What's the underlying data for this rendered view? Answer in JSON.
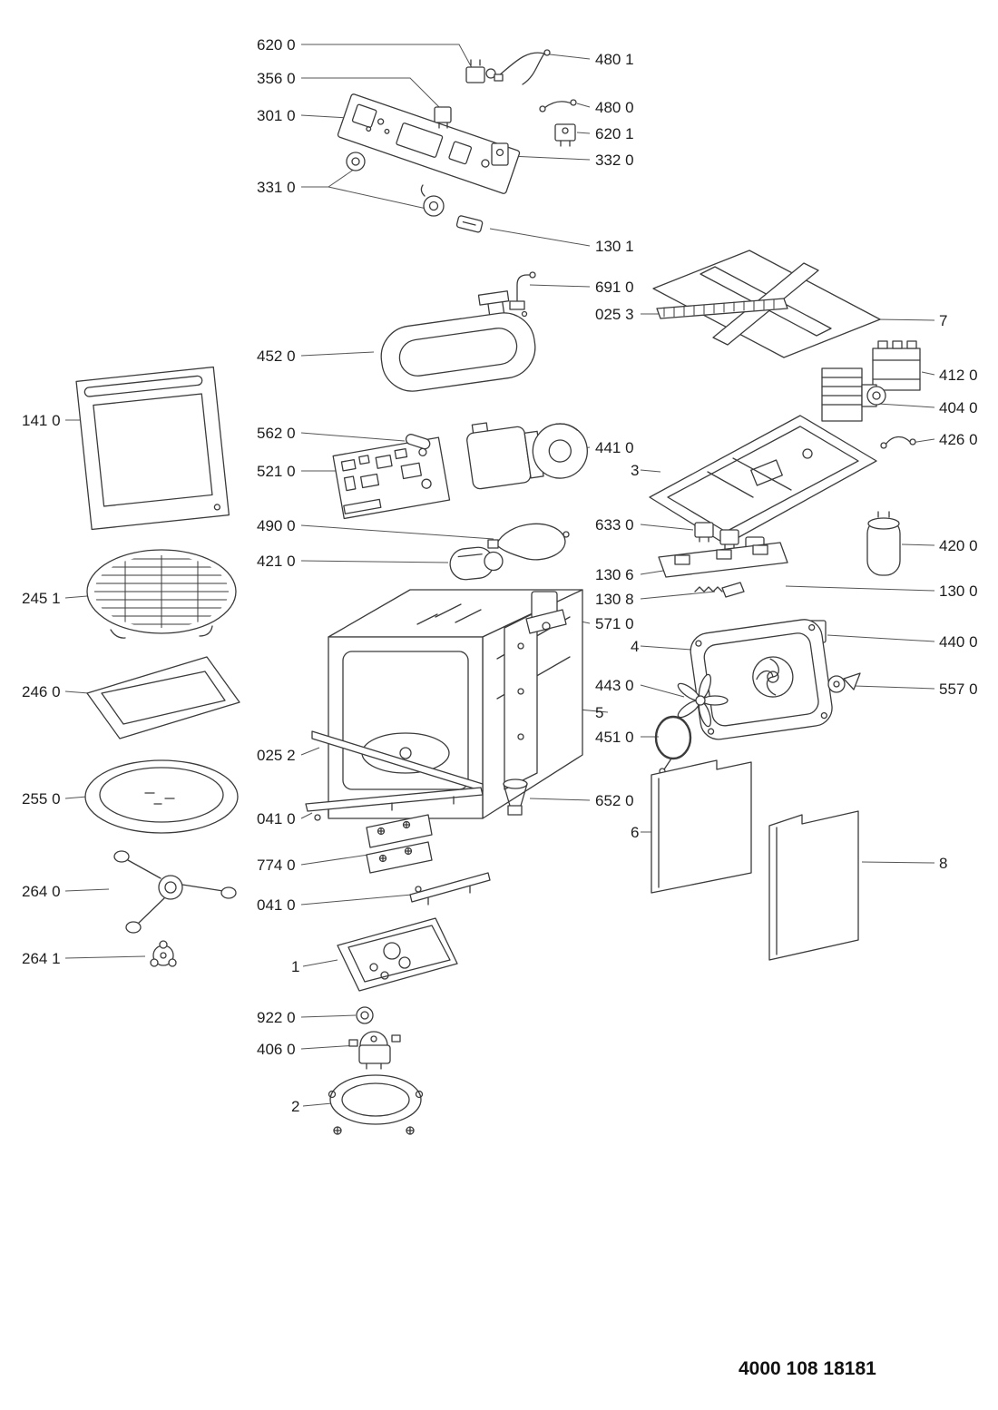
{
  "page": {
    "background": "#ffffff",
    "line_color": "#3b3b3b",
    "text_color": "#1d1d1d"
  },
  "footer": {
    "document_number": "4000 108 18181"
  },
  "diagram": {
    "callouts": [
      "620 0",
      "356 0",
      "301 0",
      "331 0",
      "480 1",
      "480 0",
      "620 1",
      "332 0",
      "130 1",
      "691 0",
      "025 3",
      "7",
      "452 0",
      "412 0",
      "404 0",
      "426 0",
      "141 0",
      "562 0",
      "521 0",
      "441 0",
      "3",
      "490 0",
      "421 0",
      "633 0",
      "420 0",
      "130 6",
      "130 0",
      "130 8",
      "571 0",
      "4",
      "440 0",
      "245 1",
      "443 0",
      "557 0",
      "5",
      "451 0",
      "246 0",
      "025 2",
      "255 0",
      "041 0",
      "774 0",
      "264 0",
      "041 0",
      "264 1",
      "652 0",
      "6",
      "8",
      "1",
      "922 0",
      "406 0",
      "2"
    ]
  }
}
